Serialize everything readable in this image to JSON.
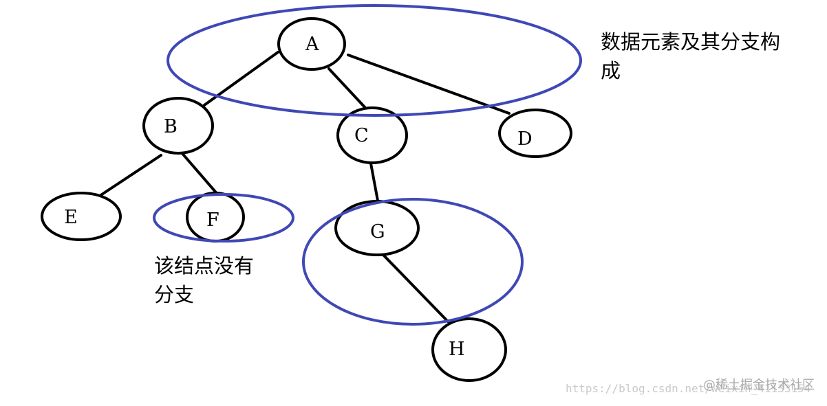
{
  "diagram": {
    "nodes": [
      {
        "id": "A",
        "label": "A"
      },
      {
        "id": "B",
        "label": "B"
      },
      {
        "id": "C",
        "label": "C"
      },
      {
        "id": "D",
        "label": "D"
      },
      {
        "id": "E",
        "label": "E"
      },
      {
        "id": "F",
        "label": "F"
      },
      {
        "id": "G",
        "label": "G"
      },
      {
        "id": "H",
        "label": "H"
      }
    ],
    "edges": [
      [
        "A",
        "B"
      ],
      [
        "A",
        "C"
      ],
      [
        "A",
        "D"
      ],
      [
        "B",
        "E"
      ],
      [
        "B",
        "F"
      ],
      [
        "C",
        "G"
      ],
      [
        "G",
        "H"
      ]
    ],
    "highlight_color": "#3f48b5"
  },
  "annotations": {
    "top_note_lines": [
      "数据元素及其分支构",
      "成"
    ],
    "left_note_lines": [
      "该结点没有",
      "分支"
    ]
  },
  "watermark": {
    "url": "https://blog.csdn.net/weixin_41133154",
    "brand": "@稀土掘金技术社区"
  }
}
